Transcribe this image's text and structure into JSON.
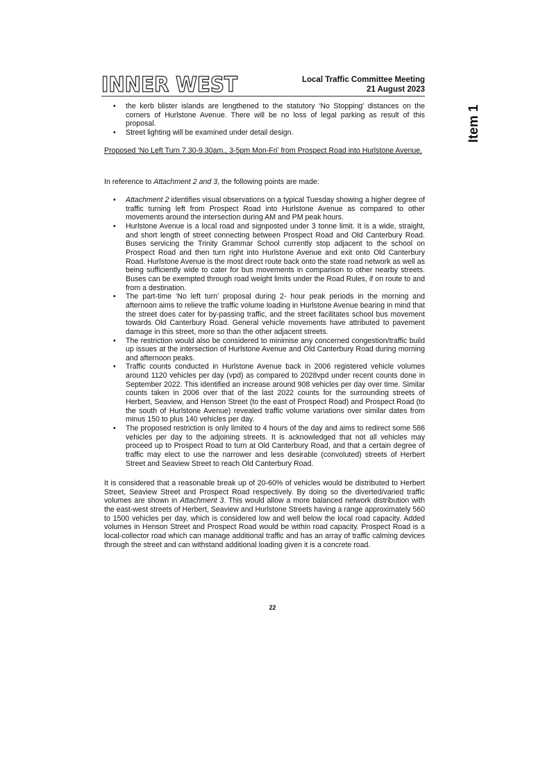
{
  "header": {
    "logo_text": "INNER WEST",
    "meeting_title": "Local Traffic Committee Meeting",
    "meeting_date": "21 August 2023"
  },
  "side_label": "Item 1",
  "intro_bullets": [
    "the kerb blister islands are lengthened to the statutory ‘No Stopping’ distances on the corners of Hurlstone Avenue. There will be no loss of legal parking as result of this proposal.",
    "Street lighting will be examined under detail design."
  ],
  "section_heading": "Proposed ‘No Left Turn 7.30-9.30am., 3-5pm Mon-Fri’ from Prospect Road into Hurlstone Avenue.",
  "reference_para": {
    "pre": "In reference to ",
    "italic": "Attachment 2 and 3",
    "post": ", the following points are made:"
  },
  "points": [
    {
      "italic": "Attachment 2",
      "text": " identifies visual observations on a typical Tuesday showing a higher degree of traffic turning left from Prospect Road into Hurlstone Avenue as compared to other movements around the intersection during AM and PM peak hours."
    },
    {
      "italic": "",
      "text": "Hurlstone Avenue is a local road and signposted under 3 tonne limit. It is a wide, straight, and short length of street connecting between Prospect Road and Old Canterbury Road. Buses servicing the Trinity Grammar School currently stop adjacent to the school on Prospect Road and then turn right into Hurlstone Avenue and exit onto Old Canterbury Road. Hurlstone Avenue is the most direct route back onto the state road network as well as being sufficiently wide to cater for bus movements in comparison to other nearby streets. Buses can be exempted through road weight limits under the Road Rules, if on route to and from a destination."
    },
    {
      "italic": "",
      "text": "The part-time ‘No left turn’ proposal during 2- hour peak periods in the morning and afternoon aims to relieve the traffic volume loading in Hurlstone Avenue bearing in mind that the street does cater for by-passing traffic, and the street facilitates school bus movement towards Old Canterbury Road. General vehicle movements have attributed to pavement damage in this street, more so than the other adjacent streets."
    },
    {
      "italic": "",
      "text": "The restriction would also be considered to minimise any concerned congestion/traffic build up issues at the intersection of Hurlstone Avenue and Old Canterbury Road during morning and afternoon peaks."
    },
    {
      "italic": "",
      "text": "Traffic counts conducted in Hurlstone Avenue back in 2006 registered vehicle volumes around 1120 vehicles per day (vpd) as compared to 2028vpd under recent counts done in September 2022. This identified an increase around 908 vehicles per day over time. Similar counts taken in 2006 over that of the last 2022 counts for the surrounding streets of Herbert, Seaview, and Henson Street (to the east of Prospect Road) and Prospect Road (to the south of Hurlstone Avenue) revealed traffic volume variations over similar dates from minus 150 to plus 140 vehicles per day."
    },
    {
      "italic": "",
      "text": "The proposed restriction is only limited to 4 hours of the day and aims to redirect some 586 vehicles per day to the adjoining streets. It is acknowledged that not all vehicles may proceed up to Prospect Road to turn at Old Canterbury Road, and that a certain degree of traffic may elect to use the narrower and less desirable (convoluted) streets of Herbert Street and Seaview Street to reach Old Canterbury Road."
    }
  ],
  "closing_para": {
    "pre": "It is considered that a reasonable break up of 20-60% of vehicles would be distributed to Herbert Street, Seaview Street and Prospect Road respectively. By doing so the diverted/varied traffic volumes are shown in ",
    "italic": "Attachment 3",
    "post": ". This would allow a more balanced network distribution with the east-west streets of Herbert, Seaview and Hurlstone Streets having a range approximately 560 to 1500 vehicles per day, which is considered low and well below the local road capacity. Added volumes in Henson Street and Prospect Road would be within road capacity. Prospect Road is a local-collector road which can manage additional traffic and has an array of traffic calming devices through the street and can withstand additional loading given it is a concrete road."
  },
  "page_number": "22"
}
